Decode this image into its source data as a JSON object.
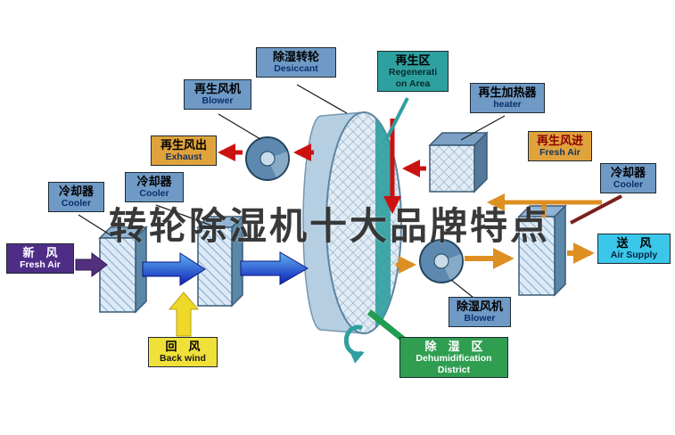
{
  "watermark": "转轮除湿机十大品牌特点",
  "labels": {
    "desiccant": {
      "zh": "除湿转轮",
      "en": "Desiccant"
    },
    "regen_area": {
      "zh": "再生区",
      "en": "Regenerati\non Area"
    },
    "regen_blower": {
      "zh": "再生风机",
      "en": "Blower"
    },
    "regen_heater": {
      "zh": "再生加热器",
      "en": "heater"
    },
    "exhaust": {
      "zh": "再生风出",
      "en": "Exhaust"
    },
    "regen_fresh_air": {
      "zh": "再生风进",
      "en": "Fresh Air"
    },
    "cooler_upper": {
      "zh": "冷却器",
      "en": "Cooler"
    },
    "cooler_lower": {
      "zh": "冷却器",
      "en": "Cooler"
    },
    "cooler_right": {
      "zh": "冷却器",
      "en": "Cooler"
    },
    "fresh_air": {
      "zh": "新　风",
      "en": "Fresh Air"
    },
    "air_supply": {
      "zh": "送　风",
      "en": "Air Supply"
    },
    "back_wind": {
      "zh": "回　风",
      "en": "Back wind"
    },
    "dehumid_blower": {
      "zh": "除湿风机",
      "en": "Blower"
    },
    "dehumid_district": {
      "zh": "除　湿　区",
      "en": "Dehumidification\nDistrict"
    }
  },
  "colors": {
    "label_blue": "#6f9ac6",
    "label_teal": "#2fa0a0",
    "label_orange": "#e0a33c",
    "label_purple": "#4f2d87",
    "label_cyan": "#3ac7ea",
    "label_yellow": "#f0e13a",
    "label_green": "#2f9e50",
    "arrow_blue": "#1c35cf",
    "arrow_red": "#cc1111",
    "arrow_orange": "#dd8f22",
    "arrow_yellow": "#eed829",
    "arrow_purple": "#52307e",
    "wheel_fill": "#b5cee2",
    "regen_sector": "#2f9e9e"
  }
}
